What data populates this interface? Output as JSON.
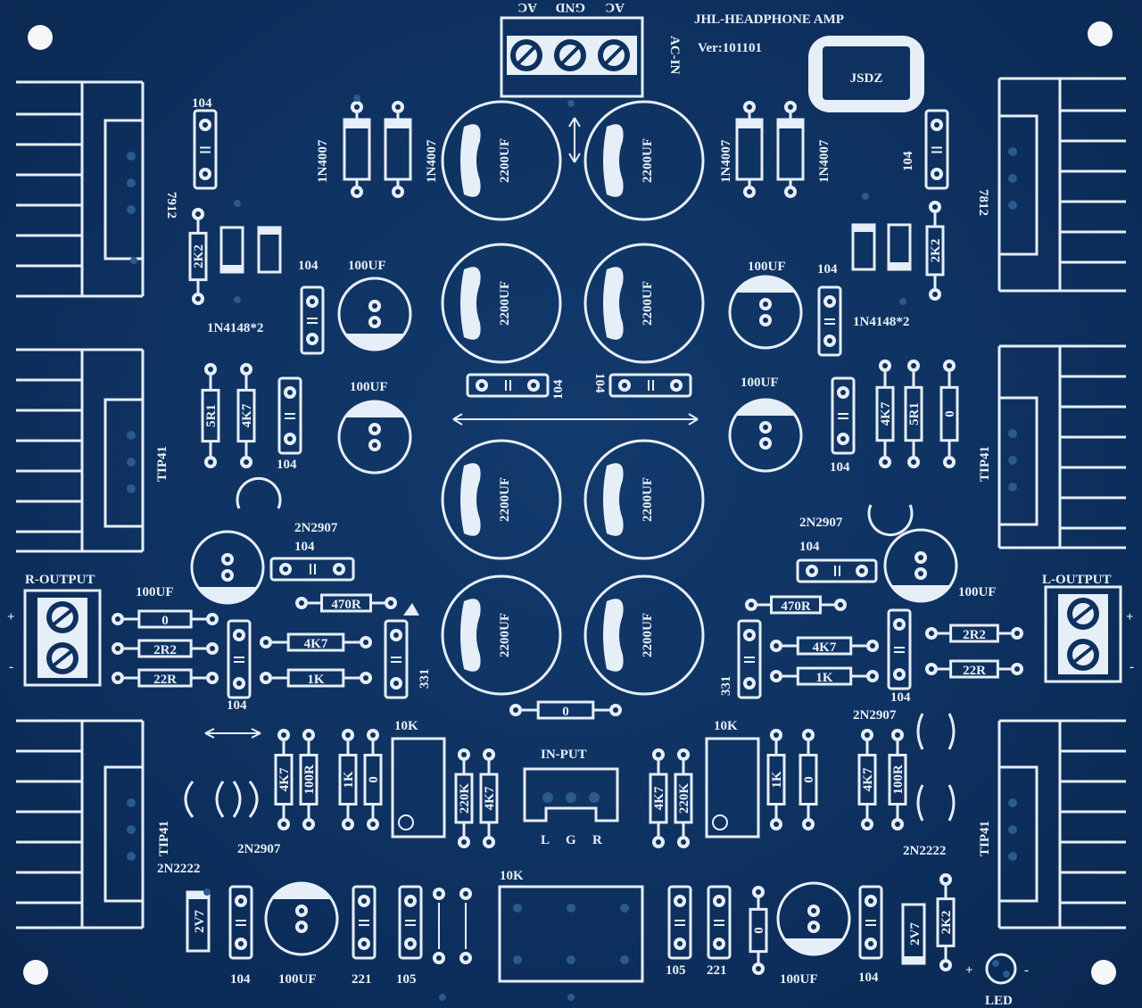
{
  "board": {
    "title": "JHL-HEADPHONE AMP",
    "version": "Ver:101101",
    "logo": "JSDZ",
    "ac_in": {
      "label": "AC-IN",
      "pins": [
        "AC",
        "GND",
        "AC"
      ]
    },
    "r_output": {
      "label": "R-OUTPUT",
      "plus": "+",
      "minus": "-"
    },
    "l_output": {
      "label": "L-OUTPUT",
      "plus": "+",
      "minus": "-"
    },
    "input": {
      "label": "IN-PUT",
      "pins": [
        "L",
        "G",
        "R"
      ]
    },
    "led": {
      "label": "LED",
      "plus": "+",
      "minus": "-"
    }
  },
  "parts": {
    "reg_neg": "7912",
    "reg_pos": "7812",
    "rect": "1N4007",
    "diode_pair": "1N4148*2",
    "cap_104": "104",
    "cap_100uf": "100UF",
    "cap_2200uf": "2200UF",
    "cap_331": "331",
    "cap_221": "221",
    "cap_105": "105",
    "tip41": "TIP41",
    "pnp": "2N2907",
    "npn": "2N2222",
    "pot_10k": "10K",
    "zener": "2V7",
    "r_2k2": "2K2",
    "r_5r1": "5R1",
    "r_4k7": "4K7",
    "r_0": "0",
    "r_470r": "470R",
    "r_2r2": "2R2",
    "r_22r": "22R",
    "r_1k": "1K",
    "r_100r": "100R",
    "r_220k": "220K"
  },
  "colors": {
    "board": "#0e3160",
    "silk": "#e6eef7"
  }
}
